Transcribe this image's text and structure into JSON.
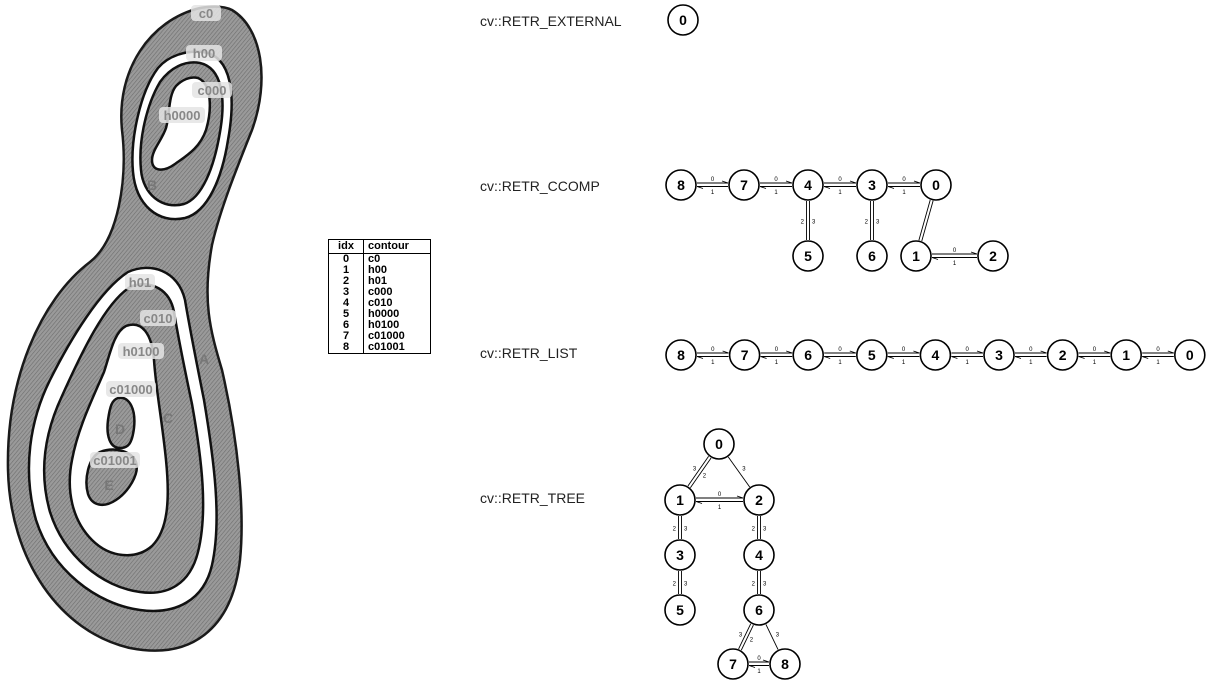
{
  "contour_labels": [
    {
      "text": "c0"
    },
    {
      "text": "h00"
    },
    {
      "text": "c000"
    },
    {
      "text": "h0000"
    },
    {
      "text": "B"
    },
    {
      "text": "h01"
    },
    {
      "text": "c010"
    },
    {
      "text": "h0100"
    },
    {
      "text": "c01000"
    },
    {
      "text": "A"
    },
    {
      "text": "C"
    },
    {
      "text": "D"
    },
    {
      "text": "c01001"
    },
    {
      "text": "E"
    }
  ],
  "table": {
    "headers": {
      "idx": "idx",
      "contour": "contour"
    },
    "rows": [
      {
        "idx": "0",
        "contour": "c0"
      },
      {
        "idx": "1",
        "contour": "h00"
      },
      {
        "idx": "2",
        "contour": "h01"
      },
      {
        "idx": "3",
        "contour": "c000"
      },
      {
        "idx": "4",
        "contour": "c010"
      },
      {
        "idx": "5",
        "contour": "h0000"
      },
      {
        "idx": "6",
        "contour": "h0100"
      },
      {
        "idx": "7",
        "contour": "c01000"
      },
      {
        "idx": "8",
        "contour": "c01001"
      }
    ]
  },
  "modes": [
    {
      "name": "cv::RETR_EXTERNAL"
    },
    {
      "name": "cv::RETR_CCOMP"
    },
    {
      "name": "cv::RETR_LIST"
    },
    {
      "name": "cv::RETR_TREE"
    }
  ],
  "edge_labels": {
    "next": "0",
    "prev": "1",
    "child": "2",
    "parent": "3"
  }
}
